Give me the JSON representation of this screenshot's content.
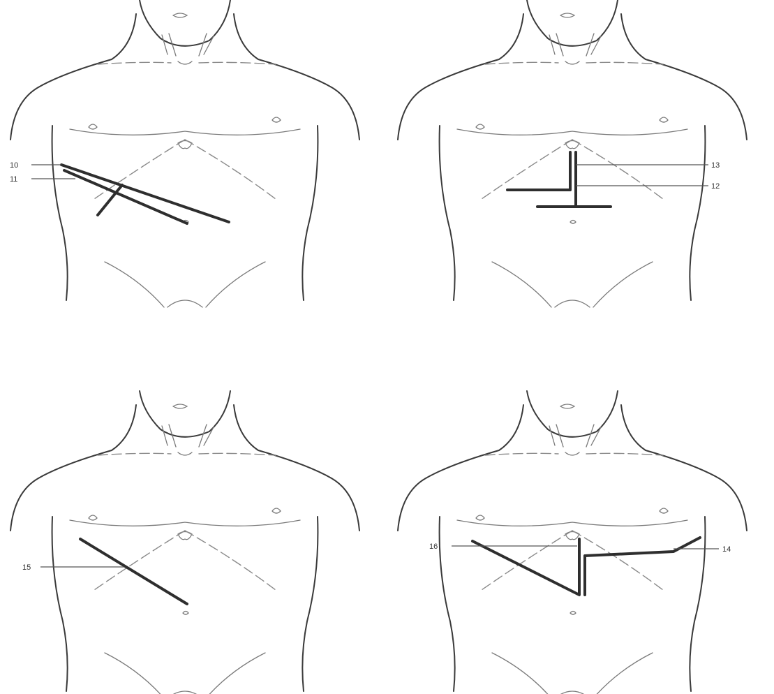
{
  "panels": [
    {
      "id": "top-left",
      "labels": [
        "10",
        "11"
      ]
    },
    {
      "id": "top-right",
      "labels": [
        "13",
        "12"
      ]
    },
    {
      "id": "bottom-left",
      "labels": [
        "15"
      ]
    },
    {
      "id": "bottom-right",
      "labels": [
        "16",
        "14"
      ]
    }
  ],
  "colors": {
    "line": "#3a3a3a",
    "incision": "#2e2e2e",
    "background": "#ffffff"
  }
}
